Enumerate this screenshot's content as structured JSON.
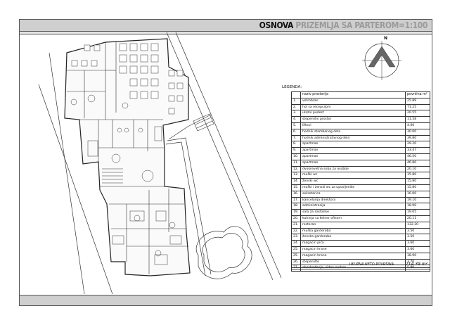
{
  "title": {
    "bold": "OSNOVA",
    "light": "PRIZEMLJA SA PARTEROM=1:100"
  },
  "compass": {
    "label": "N"
  },
  "legend": {
    "title": "LEGENDA:",
    "header": {
      "name": "naziv prostorija",
      "area": "površina m²"
    },
    "rows": [
      {
        "n": "1.",
        "name": "vetrobran",
        "area": "25.89"
      },
      {
        "n": "2.",
        "name": "hol sa recepcijom",
        "area": "71.25"
      },
      {
        "n": "3.",
        "name": "ulazni podest",
        "area": "20.55"
      },
      {
        "n": "4.",
        "name": "stepenišni prostor",
        "area": "11.58"
      },
      {
        "n": "5.",
        "name": "liftovi",
        "area": "4.00"
      },
      {
        "n": "6.",
        "name": "hodnik stambenog dela",
        "area": "30.00"
      },
      {
        "n": "7.",
        "name": "hodnik administrativnog dela",
        "area": "39.80"
      },
      {
        "n": "8.",
        "name": "apartman",
        "area": "29.20"
      },
      {
        "n": "9.",
        "name": "apartman",
        "area": "33.47"
      },
      {
        "n": "10.",
        "name": "apartman",
        "area": "46.50"
      },
      {
        "n": "11.",
        "name": "apartman",
        "area": "46.80"
      },
      {
        "n": "12.",
        "name": "dvokrevetna soba za osoblje",
        "area": "20.10"
      },
      {
        "n": "13.",
        "name": "muški wc",
        "area": "15.80"
      },
      {
        "n": "14.",
        "name": "ženski wc",
        "area": "15.80"
      },
      {
        "n": "15.",
        "name": "muški i ženski wc za uposljenike",
        "area": "15.80"
      },
      {
        "n": "16.",
        "name": "sekretarica",
        "area": "16.00"
      },
      {
        "n": "17.",
        "name": "kancelarija direktora",
        "area": "19.10"
      },
      {
        "n": "18.",
        "name": "administracija",
        "area": "18.90"
      },
      {
        "n": "19.",
        "name": "sala za sastanke",
        "area": "19.05"
      },
      {
        "n": "20.",
        "name": "kuhinja sa kelner ofisom",
        "area": "20.11"
      },
      {
        "n": "21.",
        "name": "restoran",
        "area": "132.20"
      },
      {
        "n": "22.",
        "name": "muška garderoba",
        "area": "3.50"
      },
      {
        "n": "23.",
        "name": "ženska garderoba",
        "area": "3.50"
      },
      {
        "n": "24.",
        "name": "magacin pića",
        "area": "3.60"
      },
      {
        "n": "25.",
        "name": "magacin hrane",
        "area": "3.60"
      },
      {
        "n": "25.",
        "name": "magacin hrane",
        "area": "18.90"
      },
      {
        "n": "26.",
        "name": "stepenište",
        "area": "3.70"
      },
      {
        "n": "27.",
        "name": "obezbeđenje, video nadzor",
        "area": "5.90"
      }
    ],
    "total_label": "UKUPNA NETO POVRŠINA",
    "total_value": "714.39 m²"
  }
}
